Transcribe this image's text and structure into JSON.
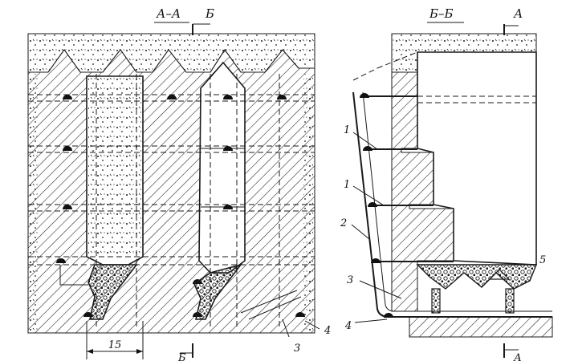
{
  "section_left": {
    "title": "А–А",
    "cut_mark_top": "Б",
    "cut_mark_bottom": "Б"
  },
  "section_right": {
    "title": "Б–Б",
    "cut_mark_top": "А",
    "cut_mark_bottom": "А"
  },
  "dimension": {
    "value": "15"
  },
  "callouts": {
    "left_3": "3",
    "left_4": "4",
    "right_1a": "1",
    "right_1b": "1",
    "right_2": "2",
    "right_3": "3",
    "right_4": "4",
    "right_5": "5"
  },
  "colors": {
    "ink": "#1a1a1a",
    "paper": "#ffffff"
  }
}
